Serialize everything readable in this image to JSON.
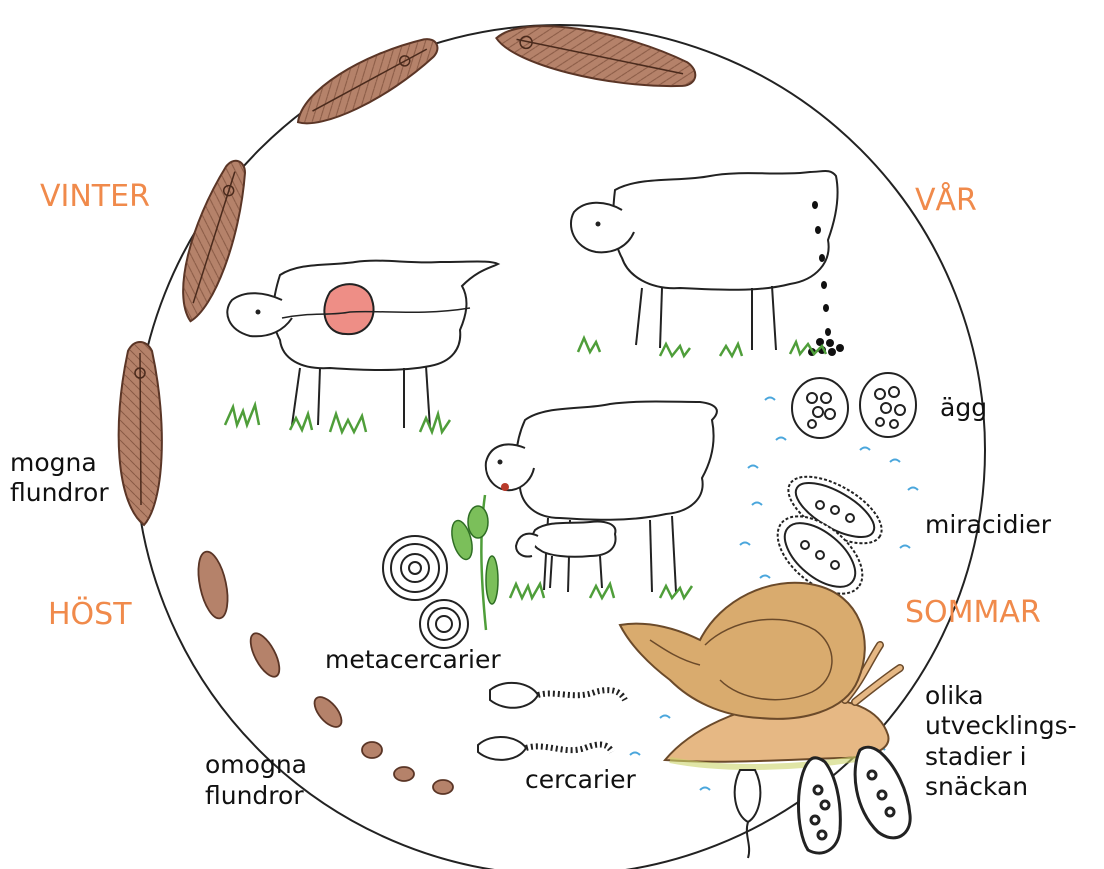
{
  "colors": {
    "season": "#f08a4b",
    "worm_fill": "#b5826a",
    "worm_stroke": "#5a3526",
    "snail_shell": "#d9ab6e",
    "snail_body": "#e6b884",
    "liver": "#ee8e86",
    "grass": "#4f9e3a",
    "water": "#4aa6dc"
  },
  "seasons": {
    "winter": "VINTER",
    "spring": "VÅR",
    "autumn": "HÖST",
    "summer": "SOMMAR"
  },
  "labels": {
    "eggs": "ägg",
    "miracidia": "miracidier",
    "metacercariae": "metacercarier",
    "cercariae": "cercarier",
    "mature_flukes_1": "mogna",
    "mature_flukes_2": "flundror",
    "immature_flukes_1": "omogna",
    "immature_flukes_2": "flundror",
    "snail_stages_1": "olika",
    "snail_stages_2": "utvecklings-",
    "snail_stages_3": "stadier i",
    "snail_stages_4": "snäckan"
  },
  "icons": [
    "liver-fluke-icon",
    "sheep-icon",
    "snail-icon",
    "egg-icon",
    "miracidium-icon",
    "cercaria-icon",
    "metacercaria-icon",
    "clover-icon"
  ]
}
